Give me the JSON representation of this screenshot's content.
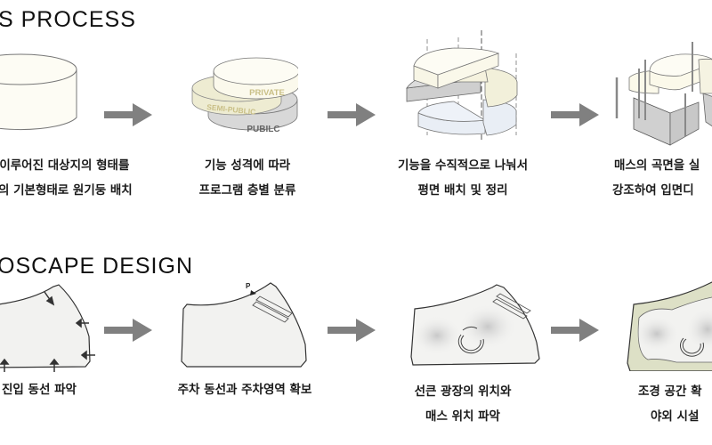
{
  "sections": [
    {
      "title": "S PROCESS",
      "steps": [
        {
          "caption_lines": [
            "이루어진 대상지의 형태를",
            "의 기본형태로 원기둥 배치"
          ],
          "figure": "single-cylinder"
        },
        {
          "caption_lines": [
            "기능 성격에 따라",
            "프로그램 층별 분류"
          ],
          "figure": "stacked-discs",
          "labels": {
            "top": "PRIVATE",
            "middle": "SEMI-PUBLIC",
            "bottom": "PUBILC"
          }
        },
        {
          "caption_lines": [
            "기능을 수직적으로 나눠서",
            "평면 배치 및 정리"
          ],
          "figure": "split-discs"
        },
        {
          "caption_lines": [
            "매스의 곡면을 실",
            "강조하여 입면디"
          ],
          "figure": "mass-with-walls"
        }
      ]
    },
    {
      "title": "OSCAPE DESIGN",
      "steps": [
        {
          "caption_lines": [
            "진입 동선 파악"
          ],
          "figure": "site-entry-arrows"
        },
        {
          "caption_lines": [
            "주차 동선과 주차영역 확보"
          ],
          "figure": "site-parking",
          "parking_label": "P"
        },
        {
          "caption_lines": [
            "선큰 광장의 위치와",
            "매스 위치 파악"
          ],
          "figure": "site-sunken-plaza"
        },
        {
          "caption_lines": [
            "조경 공간 확",
            "야외 시설"
          ],
          "figure": "site-landscape"
        }
      ]
    }
  ],
  "colors": {
    "arrow": "#808080",
    "cylinder_fill": "#fdfcf4",
    "private_fill": "#fbf9ec",
    "semi_public_fill": "#eeecd2",
    "public_fill": "#d6d6d6",
    "lower_fill": "#e9eef5",
    "site_fill": "#f2f2f0",
    "landscape_fill": "#dde0c6",
    "label_color": "#c9bf86"
  }
}
